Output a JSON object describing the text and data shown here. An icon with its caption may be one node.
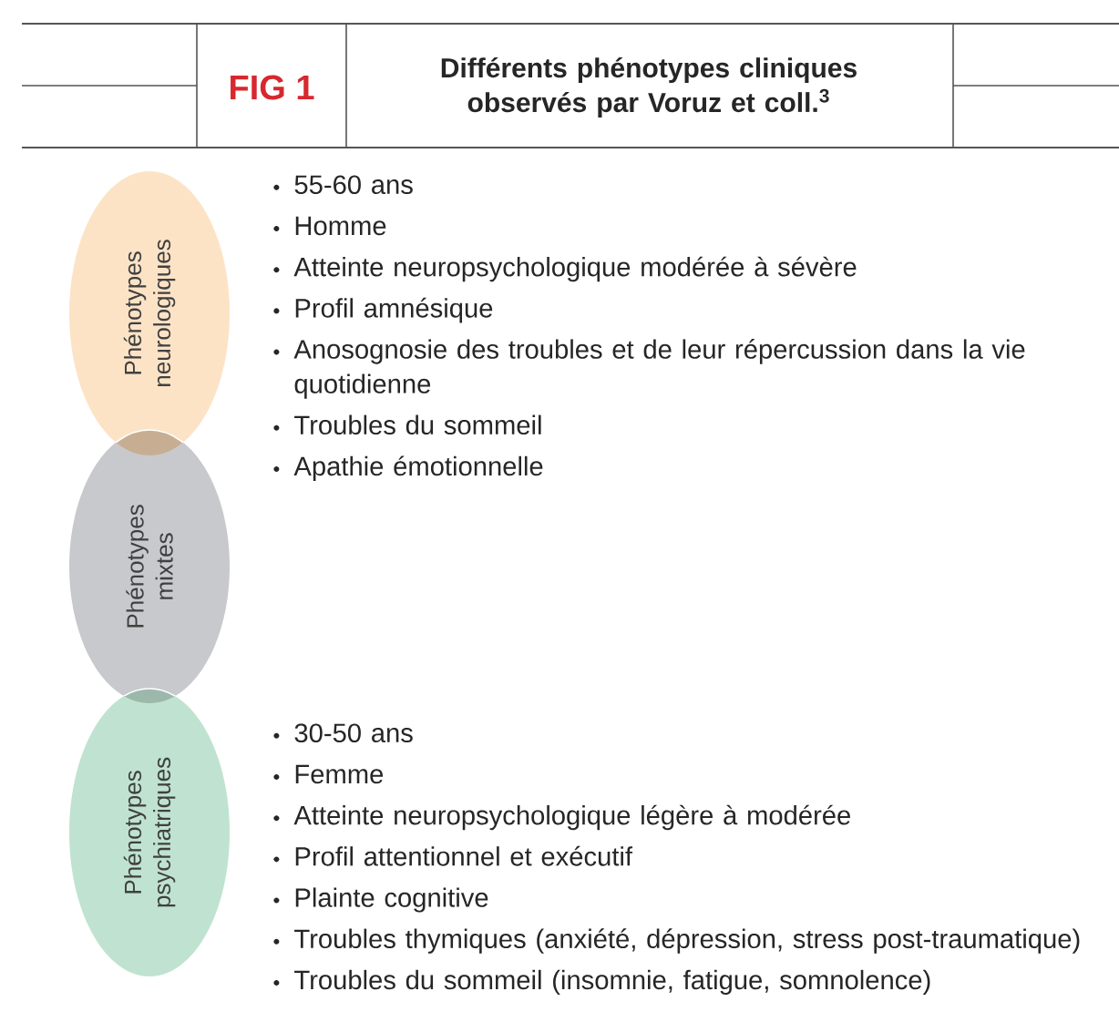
{
  "diagram": {
    "title": "Différents phénotypes cliniques observés par Voruz et coll.$^{3}$",
    "nodes": [
      {
        "text": [
          "Phénotypes neurologiques"
        ],
        "beside": [
          "55-60 ans",
          "Homme",
          "Atteinte neuropsychologique modérée à sévère",
          "Profil amnésique",
          "Anosognosie des troubles et de leur répercussion dans la vie quotidienne",
          "Troubles du sommeil",
          "Apathie émotionnelle"
        ]
      },
      {
        "text": [
          "Phénotypes mixtes"
        ]
      },
      {
        "text": [
          "Phénotypes psychiatriques"
        ],
        "beside": [
          "30-50 ans",
          "Femme",
          "Atteinte neuropsychologique légère à modérée",
          "Profil attentionnel et exécutif",
          "Plainte cognitive",
          "Troubles thymiques (anxiété, dépression, stress post-traumatique)",
          "Troubles du sommeil (insomnie, fatigue, somnolence)"
        ]
      }
    ],
    "edges": [],
    "labels": [
      "FIG 1"
    ]
  }
}
